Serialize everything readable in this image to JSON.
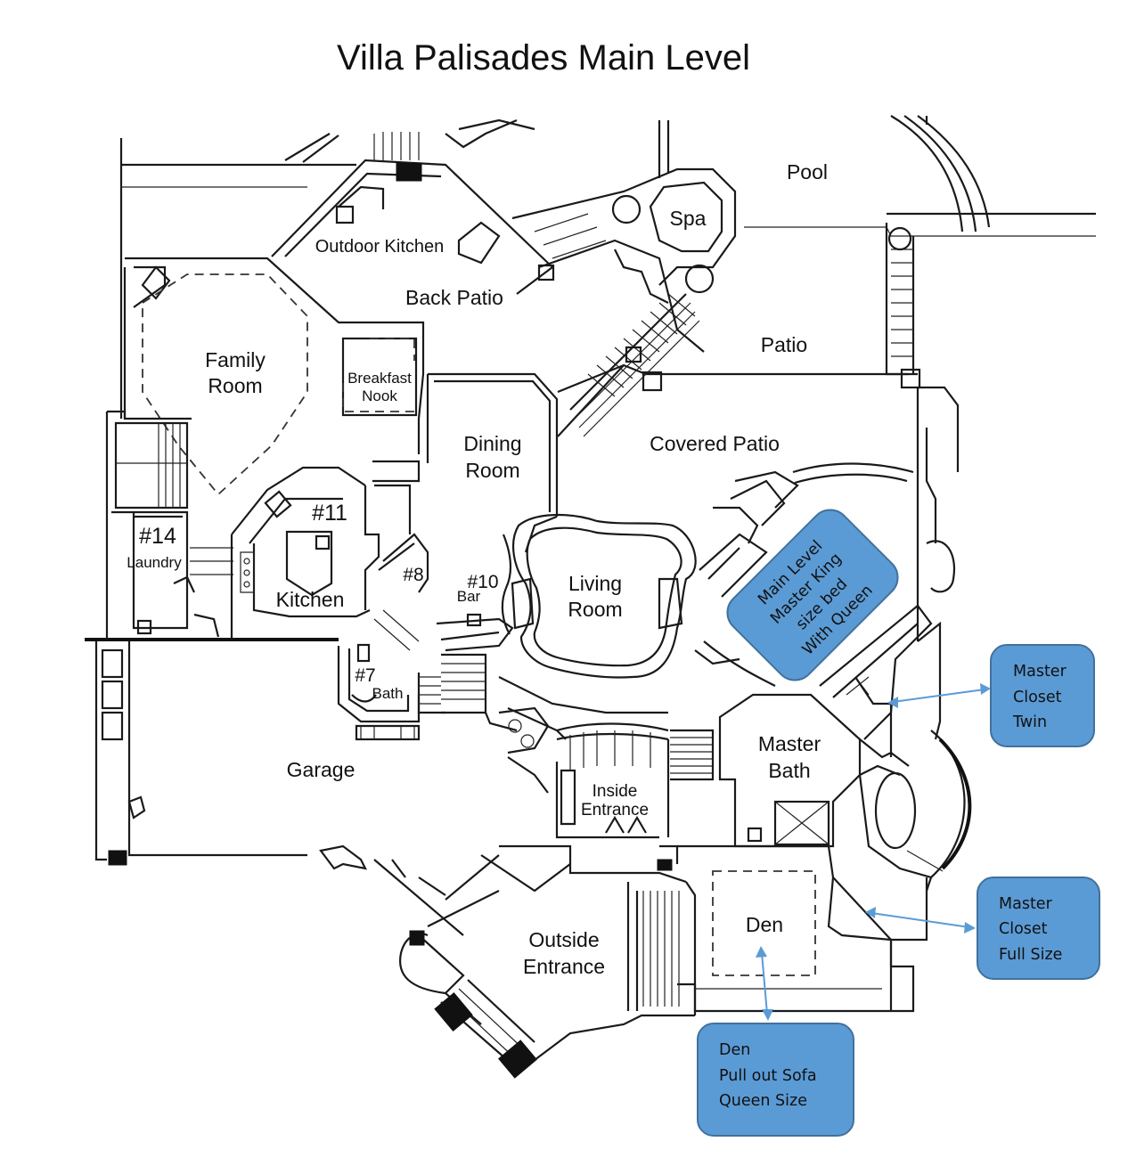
{
  "title": "Villa Palisades Main Level",
  "rooms": {
    "pool": "Pool",
    "spa": "Spa",
    "outdoor_kitchen": "Outdoor Kitchen",
    "back_patio": "Back Patio",
    "patio": "Patio",
    "family_room_1": "Family",
    "family_room_2": "Room",
    "breakfast_nook_1": "Breakfast",
    "breakfast_nook_2": "Nook",
    "dining_room_1": "Dining",
    "dining_room_2": "Room",
    "covered_patio": "Covered Patio",
    "kitchen_num": "#11",
    "kitchen": "Kitchen",
    "laundry_num": "#14",
    "laundry": "Laundry",
    "num_8": "#8",
    "bar_num": "#10",
    "bar": "Bar",
    "living_room_1": "Living",
    "living_room_2": "Room",
    "bath_num": "#7",
    "bath": "Bath",
    "garage": "Garage",
    "inside_entrance_1": "Inside",
    "inside_entrance_2": "Entrance",
    "master_bath_1": "Master",
    "master_bath_2": "Bath",
    "den": "Den",
    "outside_entrance_1": "Outside",
    "outside_entrance_2": "Entrance"
  },
  "callouts": {
    "main_master": {
      "lines": [
        "Main Level",
        "Master King",
        "size bed",
        "With Queen"
      ]
    },
    "master_closet_twin": {
      "lines": [
        "Master",
        "Closet",
        "Twin"
      ]
    },
    "master_closet_full": {
      "lines": [
        "Master",
        "Closet",
        "Full Size"
      ]
    },
    "den_sofa": {
      "lines": [
        "Den",
        "Pull out Sofa",
        "Queen Size"
      ]
    }
  },
  "colors": {
    "callout_fill": "#5b9bd5",
    "callout_stroke": "#41719c",
    "arrow": "#5b9bd5",
    "ink": "#111111"
  }
}
